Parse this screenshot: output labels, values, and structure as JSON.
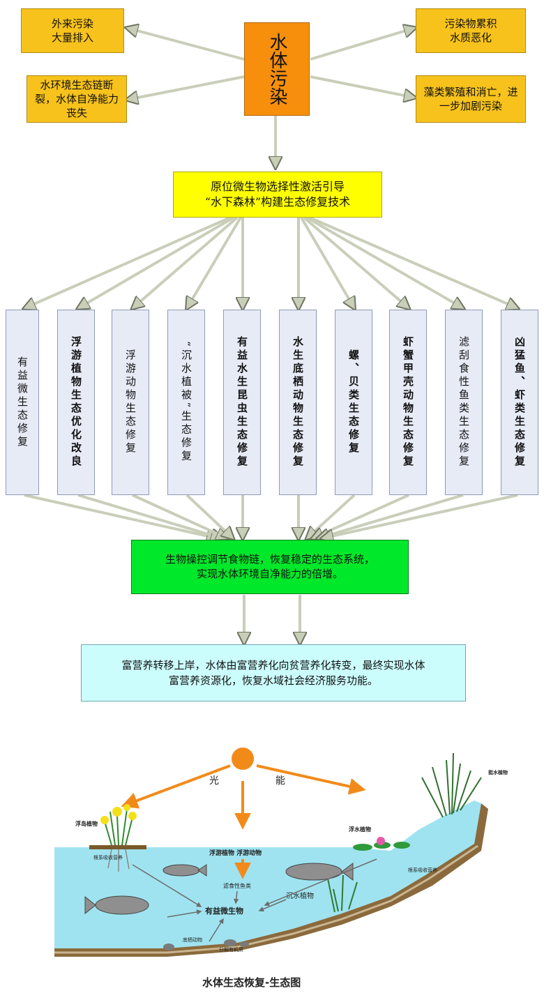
{
  "flowchart": {
    "core": "水体污染",
    "effects": {
      "top_left": "外来污染\n大量排入",
      "mid_left": "水环境生态链断裂，水体自净能力丧失",
      "top_right": "污染物累积\n水质恶化",
      "mid_right": "藻类繁殖和消亡，进一步加剧污染"
    },
    "technique": {
      "line1": "原位微生物选择性激活引导",
      "line2": "“水下森林”构建生态修复技术"
    },
    "measures": [
      "有益微生态修复",
      "浮游植物生态优化改良",
      "浮游动物生态修复",
      "“沉水植被”生态修复",
      "有益水生昆虫生态修复",
      "水生底栖动物生态修复",
      "螺、贝类生态修复",
      "虾蟹甲壳动物生态修复",
      "滤刮食性鱼类生态修复",
      "凶猛鱼、虾类生态修复"
    ],
    "result": {
      "line1": "生物操控调节食物链，恢复稳定的生态系统，",
      "line2": "实现水体环境自净能力的倍增。"
    },
    "outcome": {
      "line1": "富营养转移上岸，水体由富营养化向贫营养化转变，最终实现水体",
      "line2": "富营养资源化，恢复水域社会经济服务功能。"
    }
  },
  "ecology": {
    "caption": "水体生态恢复-生态图",
    "light_1": "光",
    "light_2": "能",
    "labels": {
      "floating_island": "浮岛植物",
      "root_absorb_left": "根系吸收营养",
      "plankton": "浮游植物 浮游动物",
      "filter_fish": "滤食性鱼类",
      "microbes": "有益微生物",
      "benthic": "底栖动物",
      "organic": "分解有机质",
      "submerged": "沉水植物",
      "floating_plant": "浮水植物",
      "emergent": "挺水植物",
      "root_absorb_right": "根系吸收营养"
    }
  },
  "colors": {
    "yellow_box": "#f7c21b",
    "orange_box": "#f78f0c",
    "tech_box": "#ffff00",
    "measure_box": "#e7ebf6",
    "green_box": "#00e82a",
    "cyan_box": "#ccfdfd",
    "water": "#9fe3f0",
    "sun": "#f28a1a"
  }
}
